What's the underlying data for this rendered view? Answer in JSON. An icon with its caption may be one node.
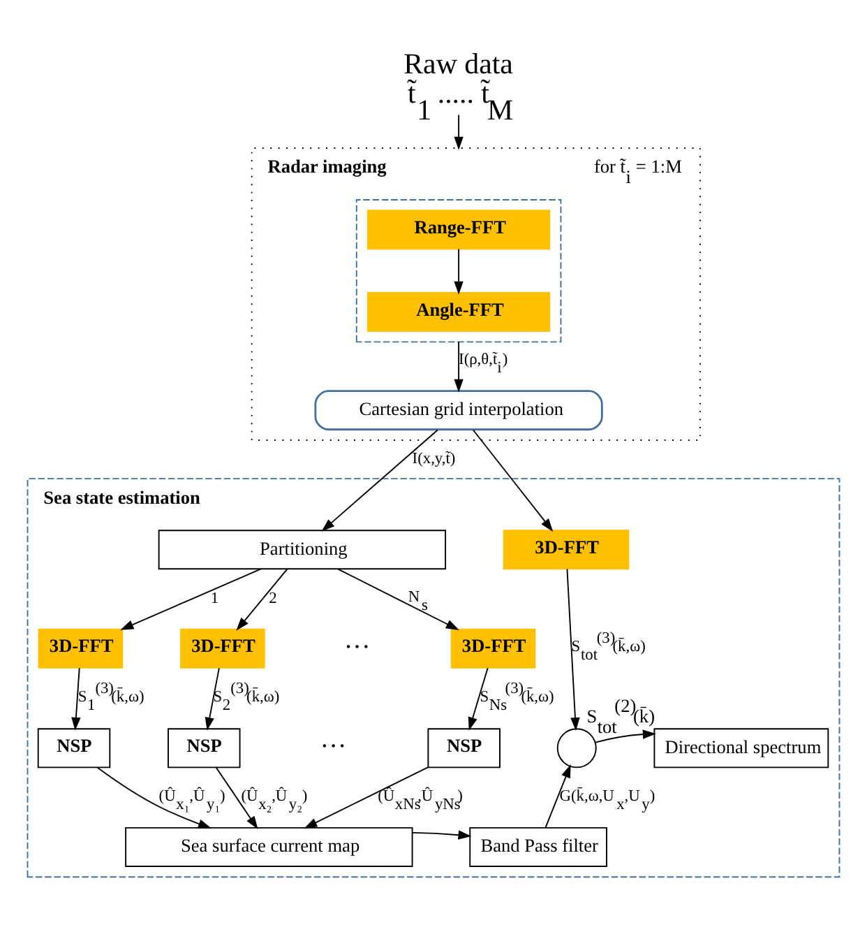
{
  "diagram": {
    "nodes": [
      {
        "text": [
          "Raw data",
          "t̃$_{1}$ ..... t̃$_{M}$"
        ]
      },
      {
        "text": [
          "Radar imaging"
        ],
        "beside": [
          "for t̃$_{i}$ = 1:M"
        ]
      },
      {
        "text": [],
        "shape": "box",
        "in": 1
      },
      {
        "text": [
          "Range-FFT"
        ],
        "in": 2
      },
      {
        "text": [
          "Angle-FFT"
        ],
        "in": 2
      },
      {
        "text": [
          "Cartesian grid interpolation"
        ],
        "in": 1
      },
      {
        "text": [
          "Sea state estimation"
        ]
      },
      {
        "text": [
          "Partitioning"
        ],
        "in": 6
      },
      {
        "text": [
          "3D-FFT"
        ],
        "in": 6
      },
      {
        "text": [
          "3D-FFT"
        ],
        "in": 6
      },
      {
        "text": [
          "3D-FFT"
        ],
        "in": 6
      },
      {
        "text": [
          "3D-FFT"
        ],
        "in": 6
      },
      {
        "text": [
          "NSP"
        ],
        "in": 6
      },
      {
        "text": [
          "NSP"
        ],
        "in": 6
      },
      {
        "text": [
          "NSP"
        ],
        "in": 6
      },
      {
        "text": [
          "Sea surface current map"
        ],
        "in": 6
      },
      {
        "text": [
          "Band Pass filter"
        ],
        "in": 6
      },
      {
        "text": [],
        "shape": "circle",
        "in": 6
      },
      {
        "text": [
          "Directional spectrum"
        ],
        "in": 6,
        "beside": [
          "S$_{tot}$$^{(2)}$(k̄)"
        ]
      }
    ],
    "edges": [
      {
        "from": 0,
        "to": 1,
        "arrow": "to"
      },
      {
        "from": 3,
        "to": 4,
        "arrow": "to"
      },
      {
        "from": 2,
        "to": 5,
        "arrow": "to",
        "label": "I(ρ,θ,t̃$_{i}$)"
      },
      {
        "from": 5,
        "to": 7,
        "arrow": "to",
        "label": "I(x,y,t̃)"
      },
      {
        "from": 5,
        "to": 8,
        "arrow": "to"
      },
      {
        "from": 7,
        "to": 9,
        "arrow": "to",
        "label": "1"
      },
      {
        "from": 7,
        "to": 10,
        "arrow": "to",
        "label": "2"
      },
      {
        "from": 7,
        "to": 11,
        "arrow": "to",
        "label": "N$_{s}$"
      },
      {
        "from": 9,
        "to": 12,
        "arrow": "to",
        "label": "S$_{1}$$^{(3)}$(k̄,ω)"
      },
      {
        "from": 10,
        "to": 13,
        "arrow": "to",
        "label": "S$_{2}$$^{(3)}$(k̄,ω)"
      },
      {
        "from": 11,
        "to": 14,
        "arrow": "to",
        "label": "S$_{Ns}$$^{(3)}$(k̄,ω)"
      },
      {
        "from": 12,
        "to": 15,
        "arrow": "to",
        "label": "(Û$_{x₁}$,Û$_{y₁}$)"
      },
      {
        "from": 13,
        "to": 15,
        "arrow": "to",
        "label": "(Û$_{x₂}$,Û$_{y₂}$)"
      },
      {
        "from": 14,
        "to": 15,
        "arrow": "to",
        "label": "(Û$_{xNs}$,Û$_{yNs}$)"
      },
      {
        "from": 8,
        "to": 17,
        "arrow": "to",
        "label": "S$_{tot}$$^{(3)}$(k̄,ω)"
      },
      {
        "from": 15,
        "to": 16,
        "arrow": "to"
      },
      {
        "from": 16,
        "to": 17,
        "arrow": "to",
        "label": "G(k̄,ω,U$_{x}$,U$_{y}$)"
      },
      {
        "from": 17,
        "to": 18,
        "arrow": "to"
      }
    ],
    "labels": [
      "···",
      "···"
    ]
  }
}
